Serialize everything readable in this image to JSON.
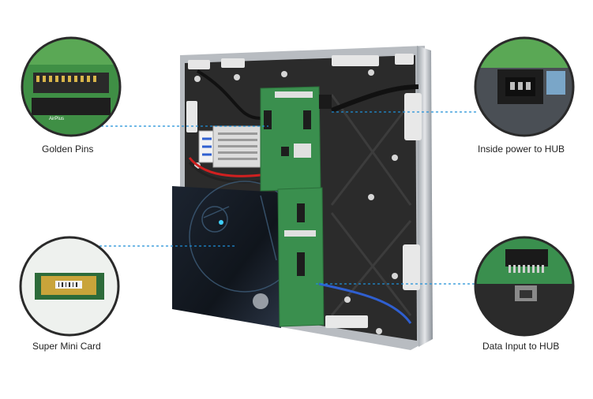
{
  "callouts": {
    "golden_pins": "Golden Pins",
    "super_mini_card": "Super Mini Card",
    "inside_power": "Inside power to HUB",
    "data_input": "Data Input to HUB"
  },
  "board_mark": "AirPlus",
  "colors": {
    "pcb_green": "#3a8f4e",
    "cabinet_dark": "#2b2b2b",
    "frame_silver": "#c9ccd0",
    "leader_blue": "#1f8fd8",
    "wire_blue": "#2f5fd0"
  }
}
